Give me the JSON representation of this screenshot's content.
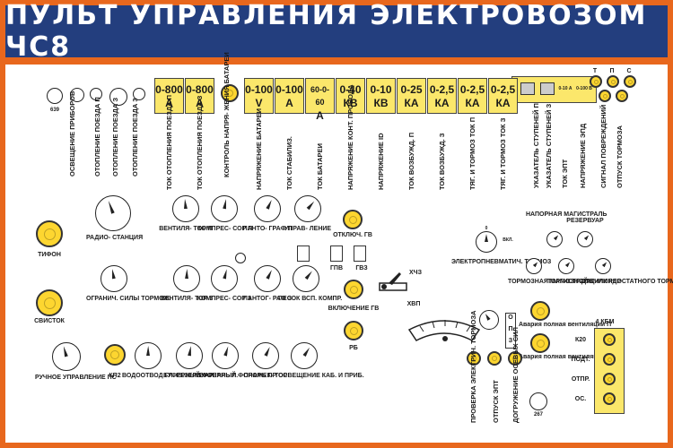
{
  "title": "ПУЛЬТ УПРАВЛЕНИЯ ЭЛЕКТРОВОЗОМ ЧС8",
  "colors": {
    "header": "#233e7e",
    "border": "#e8671d",
    "lamp": "#fdd630",
    "instrument": "#fbe76b"
  },
  "top_left": {
    "code_639": "639",
    "labels": [
      "ОСВЕЩЕНИЕ ПРИБОРОВ",
      "ОТОПЛЕНИЕ ПОЕЗДА П",
      "ОТОПЛЕНИЕ ПОЕЗДА З",
      "ОТОПЛЕНИЕ ПОЕЗДА 3"
    ]
  },
  "meters": [
    {
      "scale": "0-800",
      "unit": "А",
      "label": "ТОК ОТОПЛЕНИЯ ПОЕЗДА П"
    },
    {
      "scale": "0-800",
      "unit": "А",
      "label": "ТОК ОТОПЛЕНИЯ ПОЕЗДА З"
    },
    {
      "scale": "0-100",
      "unit": "V",
      "label": "НАПРЯЖЕНИЕ БАТАРЕИ"
    },
    {
      "scale": "0-100",
      "unit": "А",
      "label": "ТОК СТАБИЛИЗ."
    },
    {
      "scale": "60-0-60",
      "unit": "А",
      "label": "ТОК БАТАРЕИ"
    },
    {
      "scale": "0-40",
      "unit": "КВ",
      "label": "НАПРЯЖЕНИЕ КОНТ. ПРОВОДА"
    },
    {
      "scale": "0-10",
      "unit": "КВ",
      "label": "НАПРЯЖЕНИЕ ID"
    },
    {
      "scale": "0-25",
      "unit": "КА",
      "label": "ТОК ВОЗБУЖД. П"
    },
    {
      "scale": "0-2,5",
      "unit": "КА",
      "label": "ТОК ВОЗБУЖД. З"
    },
    {
      "scale": "0-2,5",
      "unit": "КА",
      "label": "ТЯГ. И ТОРМОЗ ТОК П"
    },
    {
      "scale": "0-2,5",
      "unit": "КА",
      "label": "ТЯГ. И ТОРМОЗ ТОК З"
    }
  ],
  "battery_control_label": "КОНТРОЛЬ НАПРЯ- ЖЕНИЯ БАТАРЕИ",
  "right_panel": {
    "labels": [
      "УКАЗАТЕЛЬ СТУПЕНЕЙ П",
      "УКАЗАТЕЛЬ СТУПЕНЕЙ З",
      "ТОК ЭПТ",
      "НАПРЯЖЕНИЕ ЭПД",
      "СИГНАЛ ПОВРЕЖДЕНИЙ",
      "ОТПУСК ТОРМОЗА"
    ],
    "ept_box": "0-10 А",
    "epd_box": "0-100 В",
    "lamp_letters": [
      "Т",
      "П",
      "С"
    ]
  },
  "left_buttons": [
    {
      "label": "ТИФОН"
    },
    {
      "label": "СВИСТОК"
    }
  ],
  "switches_row1": [
    {
      "label": "РАДИО- СТАНЦИЯ"
    },
    {
      "label": "ВЕНТИЛЯ- ТОР П"
    },
    {
      "label": "КОМПРЕС- СОР П"
    },
    {
      "label": "ПАНТО- ГРАФ П"
    },
    {
      "label": "УПРАВ- ЛЕНИЕ"
    }
  ],
  "switches_row2": [
    {
      "label": "ОГРАНИЧ. СИЛЫ ТОРМОЖ."
    },
    {
      "label": "ВЕНТИЛЯ- ТОР 3"
    },
    {
      "label": "КОМПРЕС- СОР З"
    },
    {
      "label": "ПАНТОГ- РАФ З"
    },
    {
      "label": "ПЕСОК ВСП. КОМПР."
    }
  ],
  "switches_row3": [
    {
      "label": "РУЧНОЕ УПРАВЛЕНИЕ ПС"
    },
    {
      "label": "КП2"
    },
    {
      "label": "ВОДООТВОД ГЛ. РЕЗЕРВУАР"
    },
    {
      "label": "БУФЕРНЫЙ ФОНАРЬ Л."
    },
    {
      "label": "БУФЕРНЫЙ ФОНАРЬ ПР."
    },
    {
      "label": "ПРОЖЕК- ТОР"
    },
    {
      "label": "ОСВЕЩЕНИЕ КАБ. И ПРИБ."
    }
  ],
  "center": {
    "otkl_gv": "ОТКЛЮЧ. ГВ",
    "gpv": "ГПВ",
    "gvz": "ГВЗ",
    "vkl_gv": "ВКЛЮЧЕНИЕ ГВ",
    "rb": "РБ",
    "khch3": "ХЧЗ",
    "khvp": "ХВП"
  },
  "pneumatic": {
    "brake_label": "ЭЛЕКТРОПНЕВМАТИЧ. ТОРМОЗ",
    "vkl": "ВКЛ.",
    "zero": "0",
    "napornaya": "НАПОРНАЯ МАГИСТРАЛЬ",
    "reservoir": "РЕЗЕРВУАР",
    "tormoznaya": "ТОРМОЗНАЯ МАГИСТРАЛЬ",
    "cylinder": "ТОРМОЗНОЙ ЦИЛИНДР",
    "sensor": "ДАТЧИК РЕОСТАТНОГО ТОРМОЗА"
  },
  "bottom_right": {
    "avaria_p": "Авария полная вентиляции П",
    "avaria_z": "Авария полная вентиляции З",
    "opz": [
      "О",
      "П",
      "З"
    ],
    "vlabels": [
      "ПРОВЕРКА ЭЛЕКТРИЧ. ТОРМОЗА",
      "ОТПУСК ЭПТ",
      "ДОГРУЖЕНИЕ ОСЕВЫХ СИЛ"
    ],
    "code_267": "267",
    "kbm_title": "4 КБМ",
    "kbm_items": [
      "К20",
      "ПОДТ.",
      "ОТПР.",
      "ОС."
    ]
  }
}
